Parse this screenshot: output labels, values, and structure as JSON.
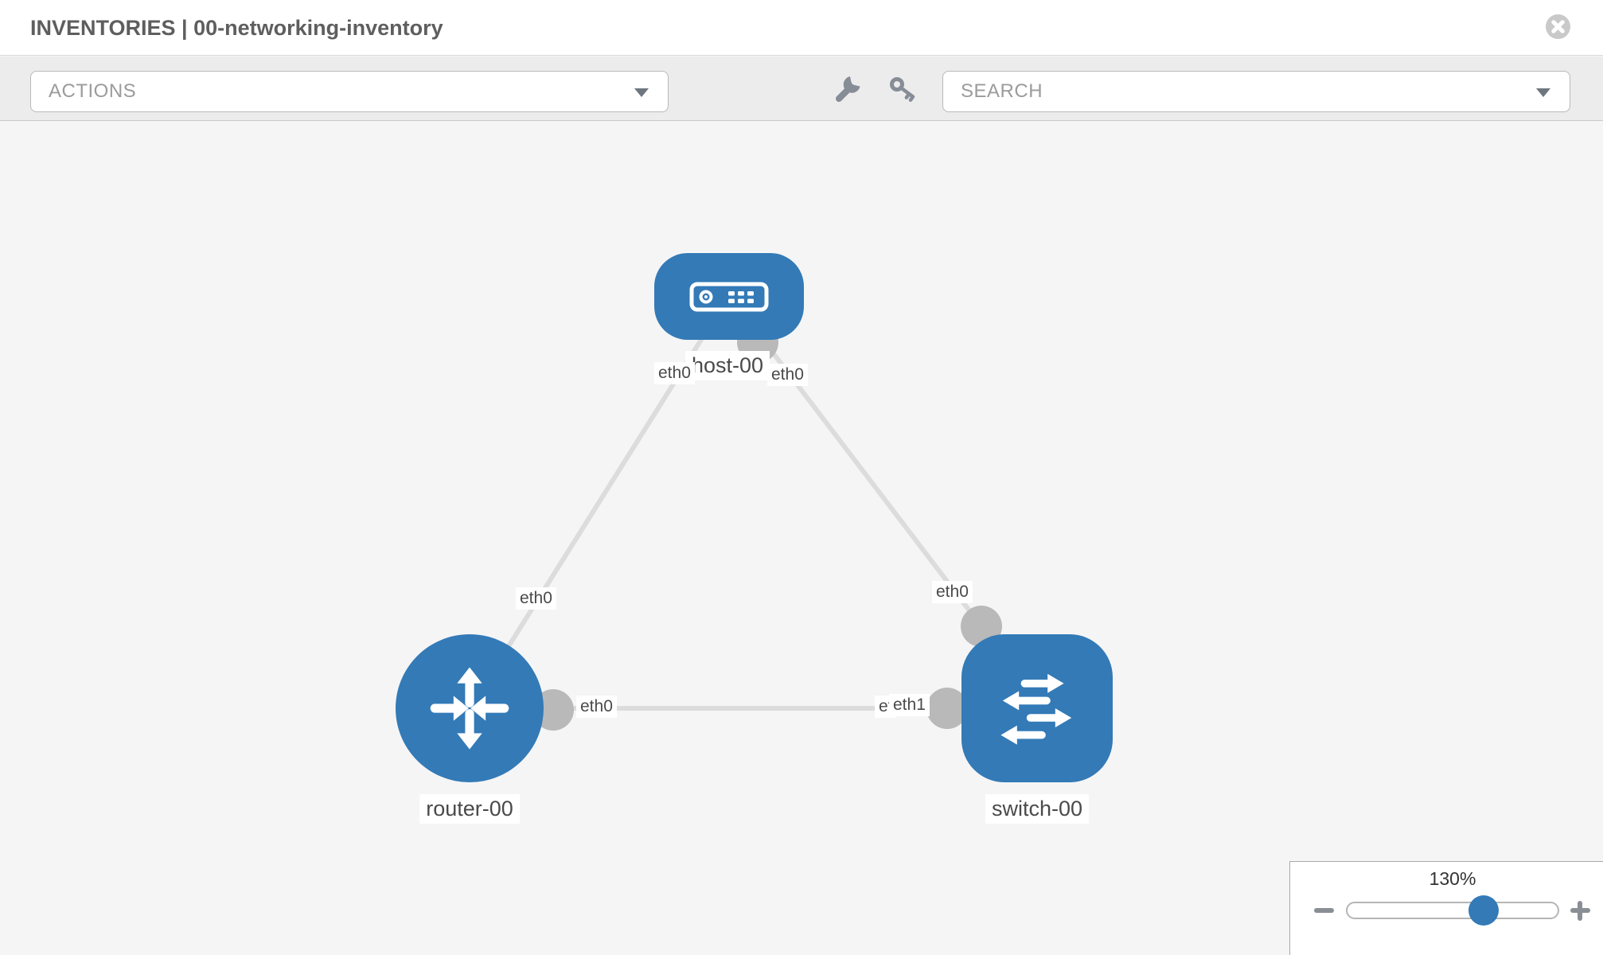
{
  "header": {
    "title": "INVENTORIES | 00-networking-inventory"
  },
  "toolbar": {
    "actions_label": "ACTIONS",
    "search_placeholder": "SEARCH",
    "tool_icons": [
      "wrench",
      "key"
    ]
  },
  "diagram": {
    "nodes": [
      {
        "id": "host-00",
        "label": "host-00",
        "type": "host"
      },
      {
        "id": "router-00",
        "label": "router-00",
        "type": "router"
      },
      {
        "id": "switch-00",
        "label": "switch-00",
        "type": "switch"
      }
    ],
    "links": [
      {
        "from": "host-00",
        "to": "router-00",
        "from_interface": "eth0",
        "to_interface": "eth0"
      },
      {
        "from": "host-00",
        "to": "switch-00",
        "from_interface": "eth0",
        "to_interface": "eth0"
      },
      {
        "from": "router-00",
        "to": "switch-00",
        "from_interface": "eth0",
        "to_interface": "eth1"
      }
    ],
    "overlap_fragment": "et"
  },
  "zoom_control": {
    "level": "130%"
  },
  "colors": {
    "node_blue": "#337ab7",
    "link_gray": "#dcdcdc",
    "interface_gray": "#b9b9b9",
    "toolbar_bg": "#ececec",
    "canvas_bg": "#f5f5f5",
    "label_text": "#4a4a4a"
  }
}
